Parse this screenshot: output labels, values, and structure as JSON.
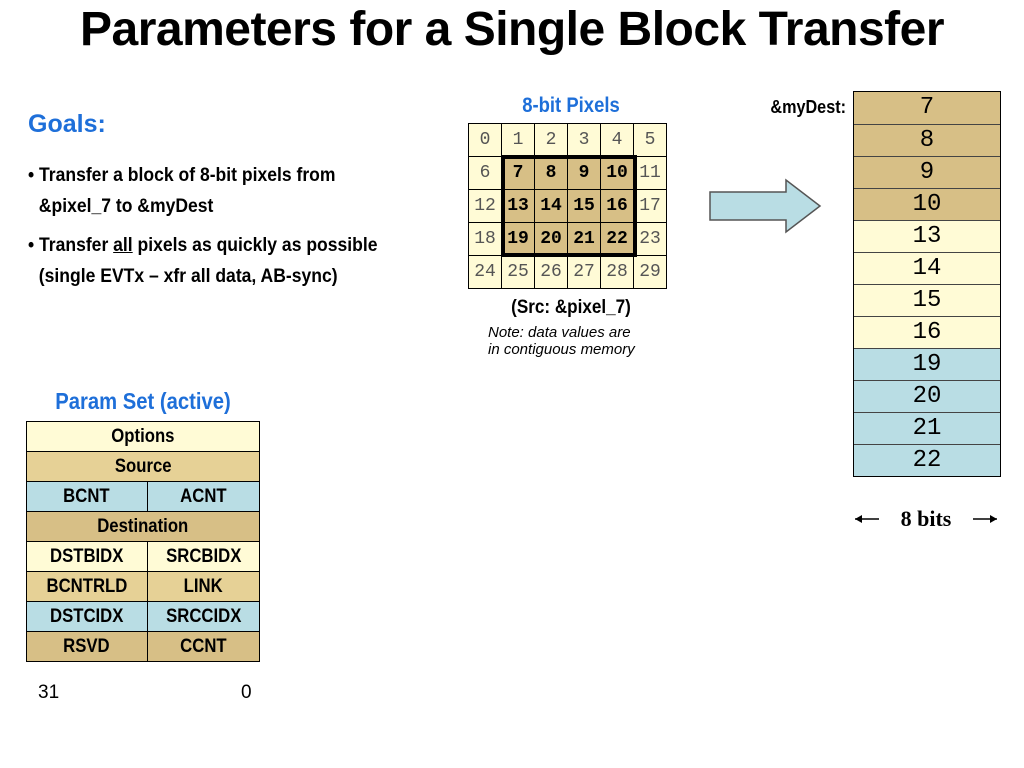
{
  "title": "Parameters for a Single Block Transfer",
  "goals": {
    "heading": "Goals:",
    "bullet1": {
      "line1": "• Transfer a block of 8-bit pixels from",
      "line2": "&pixel_7 to &myDest"
    },
    "bullet2": {
      "pre": "• Transfer ",
      "underlined": "all",
      "post": " pixels as quickly as possible",
      "line2": "(single EVTx – xfr all data, AB-sync)"
    }
  },
  "pixel_grid": {
    "title": "8-bit Pixels",
    "rows": [
      [
        "0",
        "1",
        "2",
        "3",
        "4",
        "5"
      ],
      [
        "6",
        "7",
        "8",
        "9",
        "10",
        "11"
      ],
      [
        "12",
        "13",
        "14",
        "15",
        "16",
        "17"
      ],
      [
        "18",
        "19",
        "20",
        "21",
        "22",
        "23"
      ],
      [
        "24",
        "25",
        "26",
        "27",
        "28",
        "29"
      ]
    ],
    "selected": [
      "7",
      "8",
      "9",
      "10",
      "13",
      "14",
      "15",
      "16",
      "19",
      "20",
      "21",
      "22"
    ],
    "src_label": "(Src:  &pixel_7)",
    "note_line1": "Note: data values are",
    "note_line2": "in contiguous memory"
  },
  "destination": {
    "label": "&myDest:",
    "cells": [
      {
        "value": "7",
        "color": "#d7bf86"
      },
      {
        "value": "8",
        "color": "#d7bf86"
      },
      {
        "value": "9",
        "color": "#d7bf86"
      },
      {
        "value": "10",
        "color": "#d7bf86"
      },
      {
        "value": "13",
        "color": "#fffbd6"
      },
      {
        "value": "14",
        "color": "#fffbd6"
      },
      {
        "value": "15",
        "color": "#fffbd6"
      },
      {
        "value": "16",
        "color": "#fffbd6"
      },
      {
        "value": "19",
        "color": "#b9dde4"
      },
      {
        "value": "20",
        "color": "#b9dde4"
      },
      {
        "value": "21",
        "color": "#b9dde4"
      },
      {
        "value": "22",
        "color": "#b9dde4"
      }
    ],
    "width_label": "8 bits"
  },
  "param_set": {
    "title": "Param Set (active)",
    "rows": [
      [
        {
          "text": "Options",
          "color": "#fffbd6"
        }
      ],
      [
        {
          "text": "Source",
          "color": "#e6d196"
        }
      ],
      [
        {
          "text": "BCNT",
          "color": "#b9dde4"
        },
        {
          "text": "ACNT",
          "color": "#b9dde4"
        }
      ],
      [
        {
          "text": "Destination",
          "color": "#d7bf86"
        }
      ],
      [
        {
          "text": "DSTBIDX",
          "color": "#fffbd6"
        },
        {
          "text": "SRCBIDX",
          "color": "#fffbd6"
        }
      ],
      [
        {
          "text": "BCNTRLD",
          "color": "#e6d196"
        },
        {
          "text": "LINK",
          "color": "#e6d196"
        }
      ],
      [
        {
          "text": "DSTCIDX",
          "color": "#b9dde4"
        },
        {
          "text": "SRCCIDX",
          "color": "#b9dde4"
        }
      ],
      [
        {
          "text": "RSVD",
          "color": "#d7bf86"
        },
        {
          "text": "CCNT",
          "color": "#d7bf86"
        }
      ]
    ],
    "bit_high": "31",
    "bit_low": "0"
  },
  "colors": {
    "heading_blue": "#1e6fd9",
    "arrow_fill": "#b9dde4"
  }
}
